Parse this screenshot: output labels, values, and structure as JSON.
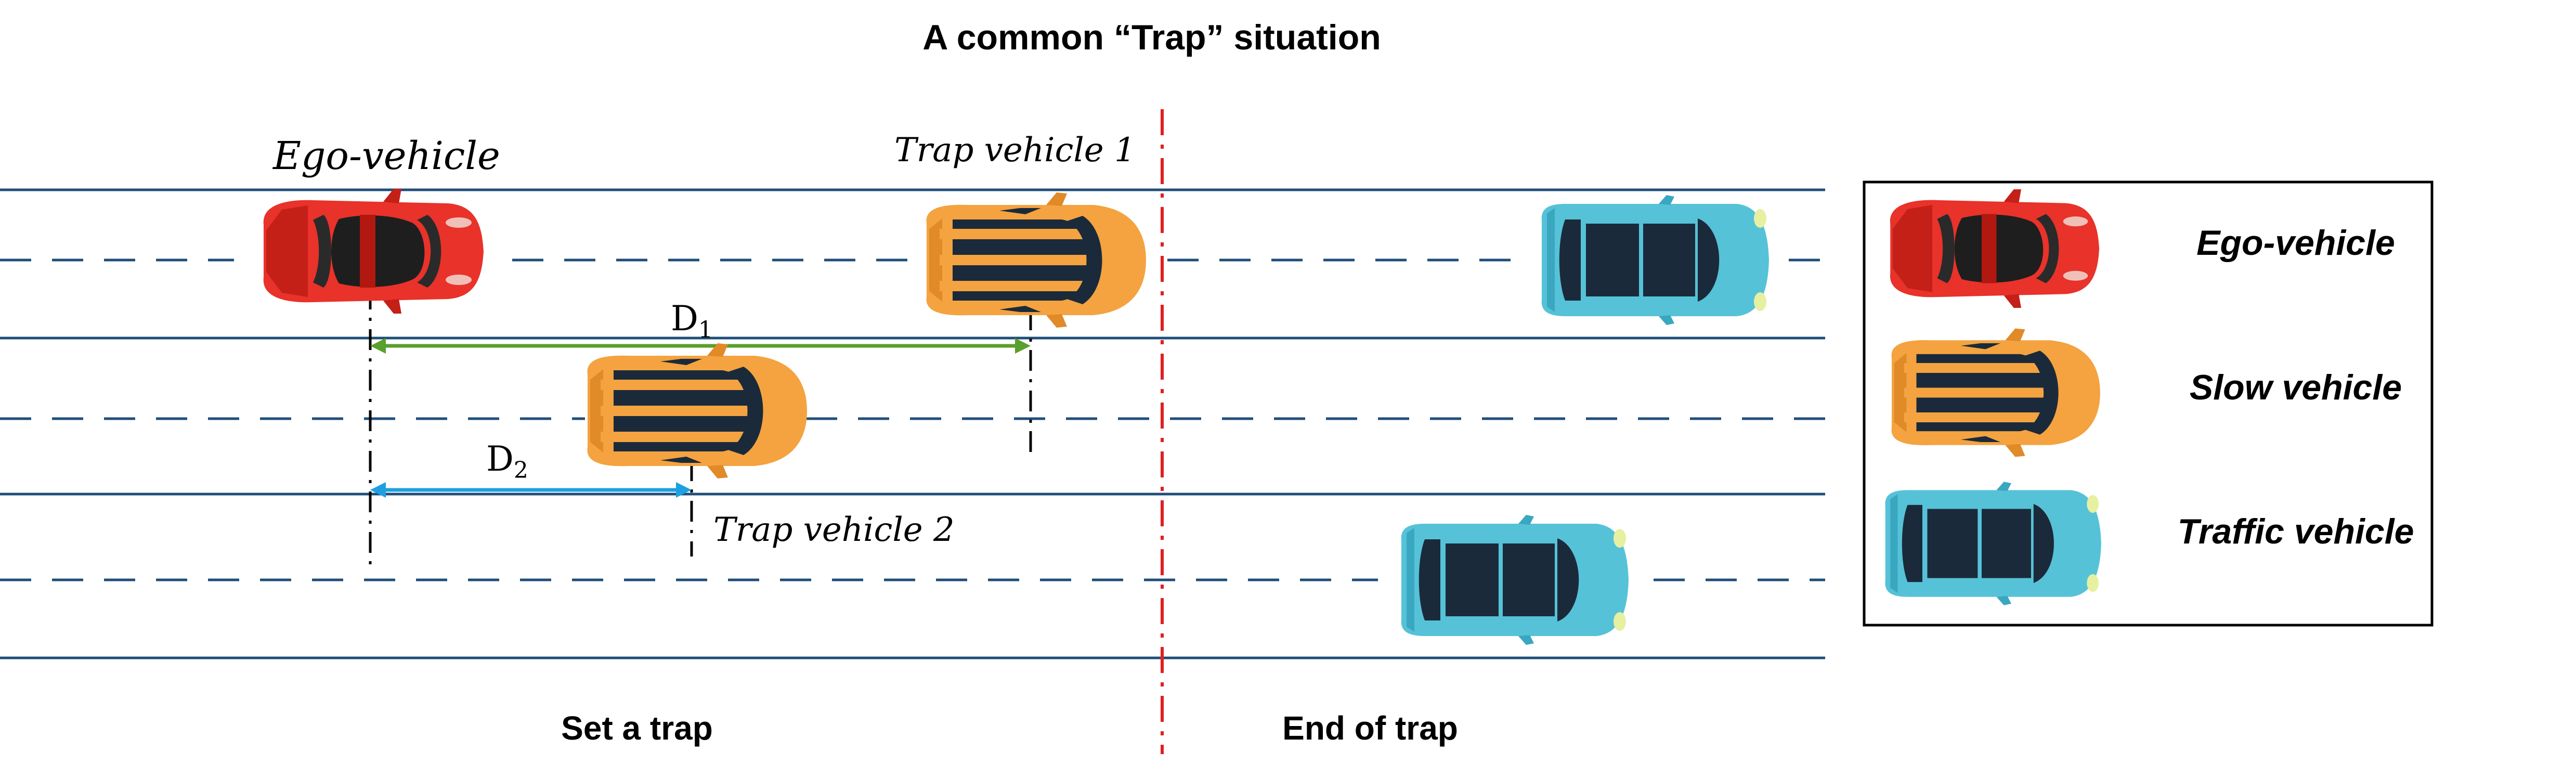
{
  "title": "A common “Trap” situation",
  "labels": {
    "ego_vehicle": "Ego-vehicle",
    "trap_vehicle_1": "Trap vehicle 1",
    "trap_vehicle_2": "Trap vehicle 2",
    "d1_base": "D",
    "d1_sub": "1",
    "d2_base": "D",
    "d2_sub": "2",
    "set_a_trap": "Set a trap",
    "end_of_trap": "End of trap"
  },
  "legend": {
    "items": [
      {
        "label": "Ego-vehicle",
        "icon": "red-sports-car-icon"
      },
      {
        "label": "Slow vehicle",
        "icon": "orange-striped-car-icon"
      },
      {
        "label": "Traffic vehicle",
        "icon": "blue-sedan-icon"
      }
    ]
  },
  "colors": {
    "lane_line": "#1f4e79",
    "trap_boundary": "#e02020",
    "d1_arrow": "#5aa02c",
    "d2_arrow": "#1ea0e0",
    "ego_car": "#e8322a",
    "slow_car": "#f4a340",
    "traffic_car": "#56c2d8"
  }
}
